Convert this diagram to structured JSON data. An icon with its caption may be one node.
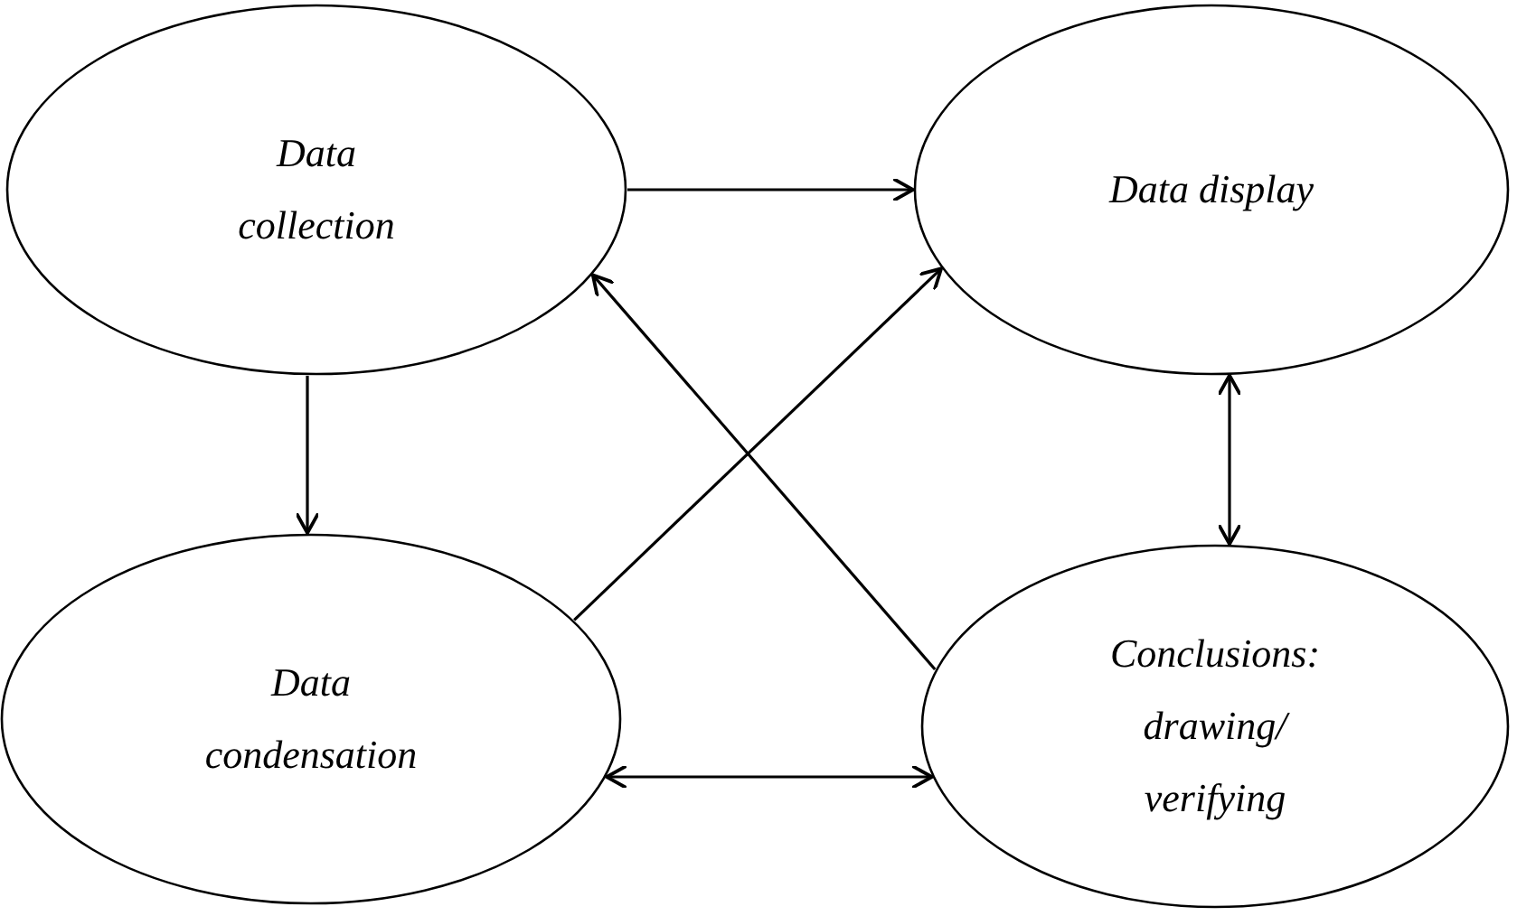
{
  "diagram": {
    "nodes": [
      {
        "text": [
          "Data collection"
        ]
      },
      {
        "text": [
          "Data display"
        ]
      },
      {
        "text": [
          "Data condensation"
        ]
      },
      {
        "text": [
          "Conclusions: drawing/ verifying"
        ]
      }
    ],
    "edges": [
      {
        "from": 0,
        "to": 1,
        "arrow": "to"
      },
      {
        "from": 0,
        "to": 2,
        "arrow": "to"
      },
      {
        "from": 1,
        "to": 3,
        "arrow": "both"
      },
      {
        "from": 2,
        "to": 3,
        "arrow": "both"
      },
      {
        "from": 3,
        "to": 0,
        "arrow": "to"
      },
      {
        "from": 2,
        "to": 1,
        "arrow": "to"
      }
    ]
  }
}
